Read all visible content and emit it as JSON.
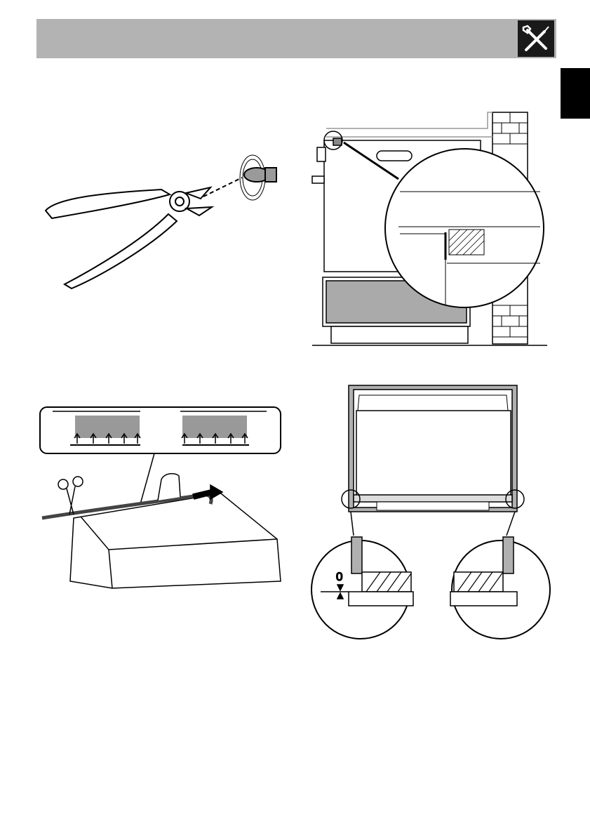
{
  "header": {
    "icon": "tools-icon",
    "icon_color": "#1a1a1a",
    "bar_color": "#b3b3b3"
  },
  "language_tab": {
    "color": "#000000"
  },
  "figures": [
    {
      "name": "pliers-remove-spacer",
      "icon": "pliers-icon"
    },
    {
      "name": "oven-side-wall-clearance"
    },
    {
      "name": "seal-strip-application",
      "icon": "scissors-icon"
    },
    {
      "name": "oven-front-flush-alignment",
      "dimension_label": "0"
    }
  ]
}
